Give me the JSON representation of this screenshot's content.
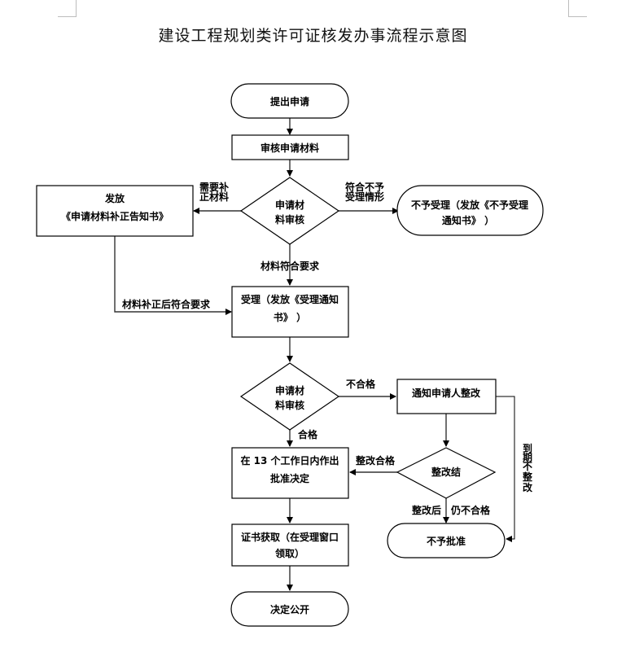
{
  "title": "建设工程规划类许可证核发办事流程示意图",
  "nodes": {
    "submit": "提出申请",
    "review_materials": "审核申请材料",
    "decision1_line1": "申请材",
    "decision1_line2": "料审核",
    "correction_notice_line1": "发放",
    "correction_notice_line2": "《申请材料补正告知书》",
    "reject_accept_line1": "不予受理（发放《不予受理",
    "reject_accept_line2": "通知书》 ）",
    "accept_line1": "受理（发放《受理通知",
    "accept_line2": "书》 ）",
    "decision2_line1": "申请材",
    "decision2_line2": "料审核",
    "notify_rectify": "通知申请人整改",
    "approve_decision_line1": "在 13 个工作日内作出",
    "approve_decision_line2": "批准决定",
    "rectify_result": "整改结",
    "certificate_line1": "证书获取（在受理窗口",
    "certificate_line2": "领取）",
    "not_approved": "不予批准",
    "publish": "决定公开"
  },
  "edges": {
    "need_supplement_line1": "需要补",
    "need_supplement_line2": "正材料",
    "meets_reject_line1": "符合不予",
    "meets_reject_line2": "受理情形",
    "materials_ok": "材料符合要求",
    "supplement_ok": "材料补正后符合要求",
    "unqualified": "不合格",
    "qualified": "合格",
    "rectify_ok": "整改合格",
    "after_rectify": "整改后",
    "still_unqualified": "仍不合格",
    "overdue_chars": [
      "到",
      "期",
      "不",
      "整",
      "改"
    ]
  }
}
